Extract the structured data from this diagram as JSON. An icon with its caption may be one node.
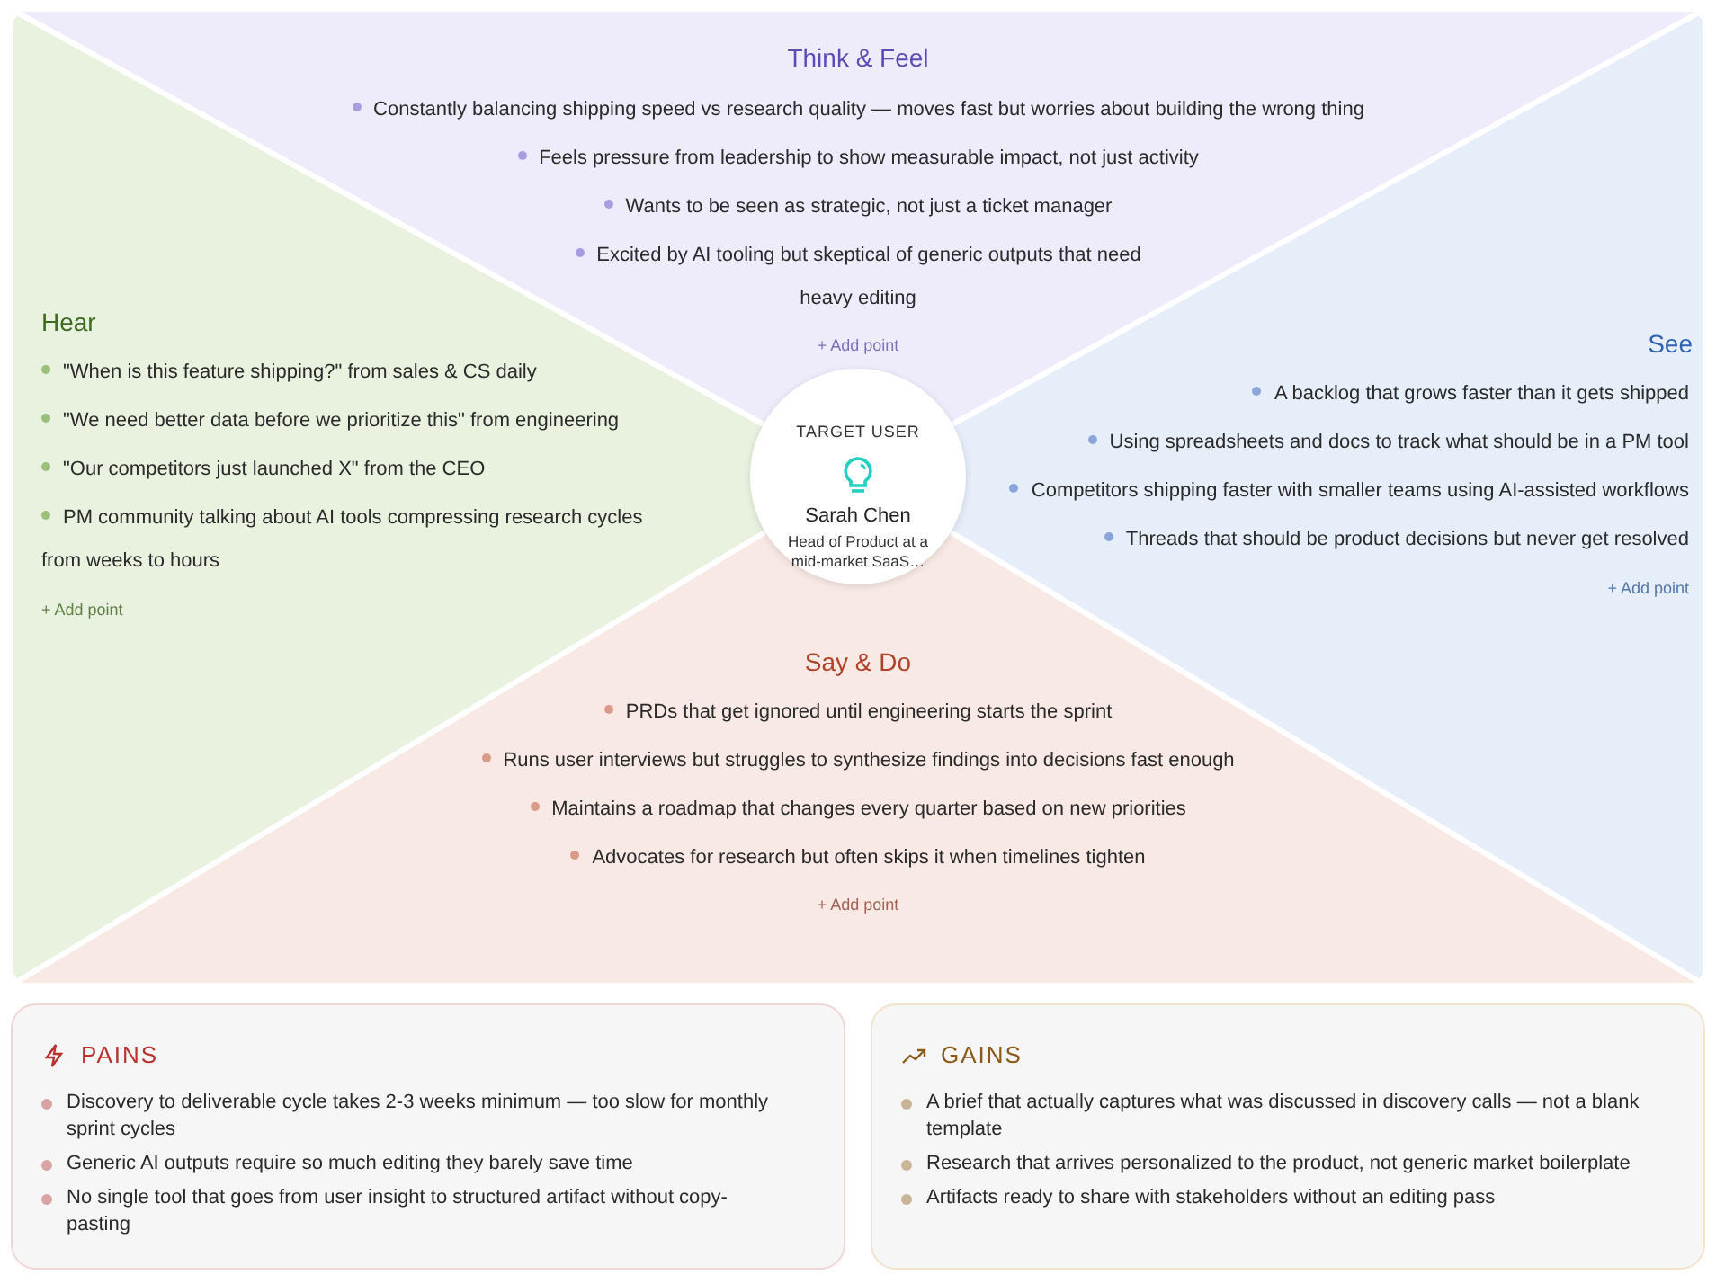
{
  "diagram": {
    "nodes": [
      {
        "text": [
          "Think & Feel",
          "Constantly balancing shipping speed vs research quality — moves fast but worries about building the wrong thing",
          "Feels pressure from leadership to show measurable impact, not just activity",
          "Wants to be seen as strategic, not just a ticket manager",
          "Excited by AI tooling but skeptical of generic outputs that need heavy editing",
          "+ Add point"
        ]
      },
      {
        "text": [
          "Hear",
          "\"When is this feature shipping?\" from sales & CS daily",
          "\"We need better data before we prioritize this\" from engineering",
          "\"Our competitors just launched X\" from the CEO",
          "PM community talking about AI tools compressing research cycles from weeks to hours",
          "+ Add point"
        ]
      },
      {
        "text": [
          "TARGET USER",
          "Sarah Chen",
          "Head of Product at a mid-market SaaS…"
        ]
      },
      {
        "text": [
          "See",
          "A backlog that grows faster than it gets shipped",
          "Using spreadsheets and docs to track what should be in a PM tool",
          "Competitors shipping faster with smaller teams using AI-assisted workflows",
          "Threads that should be product decisions but never get resolved",
          "+ Add point"
        ]
      },
      {
        "text": [
          "Say & Do",
          "PRDs that get ignored until engineering starts the sprint",
          "Runs user interviews but struggles to synthesize findings into decisions fast enough",
          "Maintains a roadmap that changes every quarter based on new priorities",
          "Advocates for research but often skips it when timelines tighten",
          "+ Add point"
        ]
      },
      {
        "text": [
          "PAINS",
          "Discovery to deliverable cycle takes 2-3 weeks minimum — too slow for monthly sprint cycles",
          "Generic AI outputs require so much editing they barely save time",
          "No single tool that goes from user insight to structured artifact without copy-pasting"
        ]
      },
      {
        "text": [
          "GAINS",
          "A brief that actually captures what was discussed in discovery calls — not a blank template",
          "Research that arrives personalized to the product, not generic market boilerplate",
          "Artifacts ready to share with stakeholders without an editing pass"
        ]
      }
    ],
    "edges": []
  }
}
